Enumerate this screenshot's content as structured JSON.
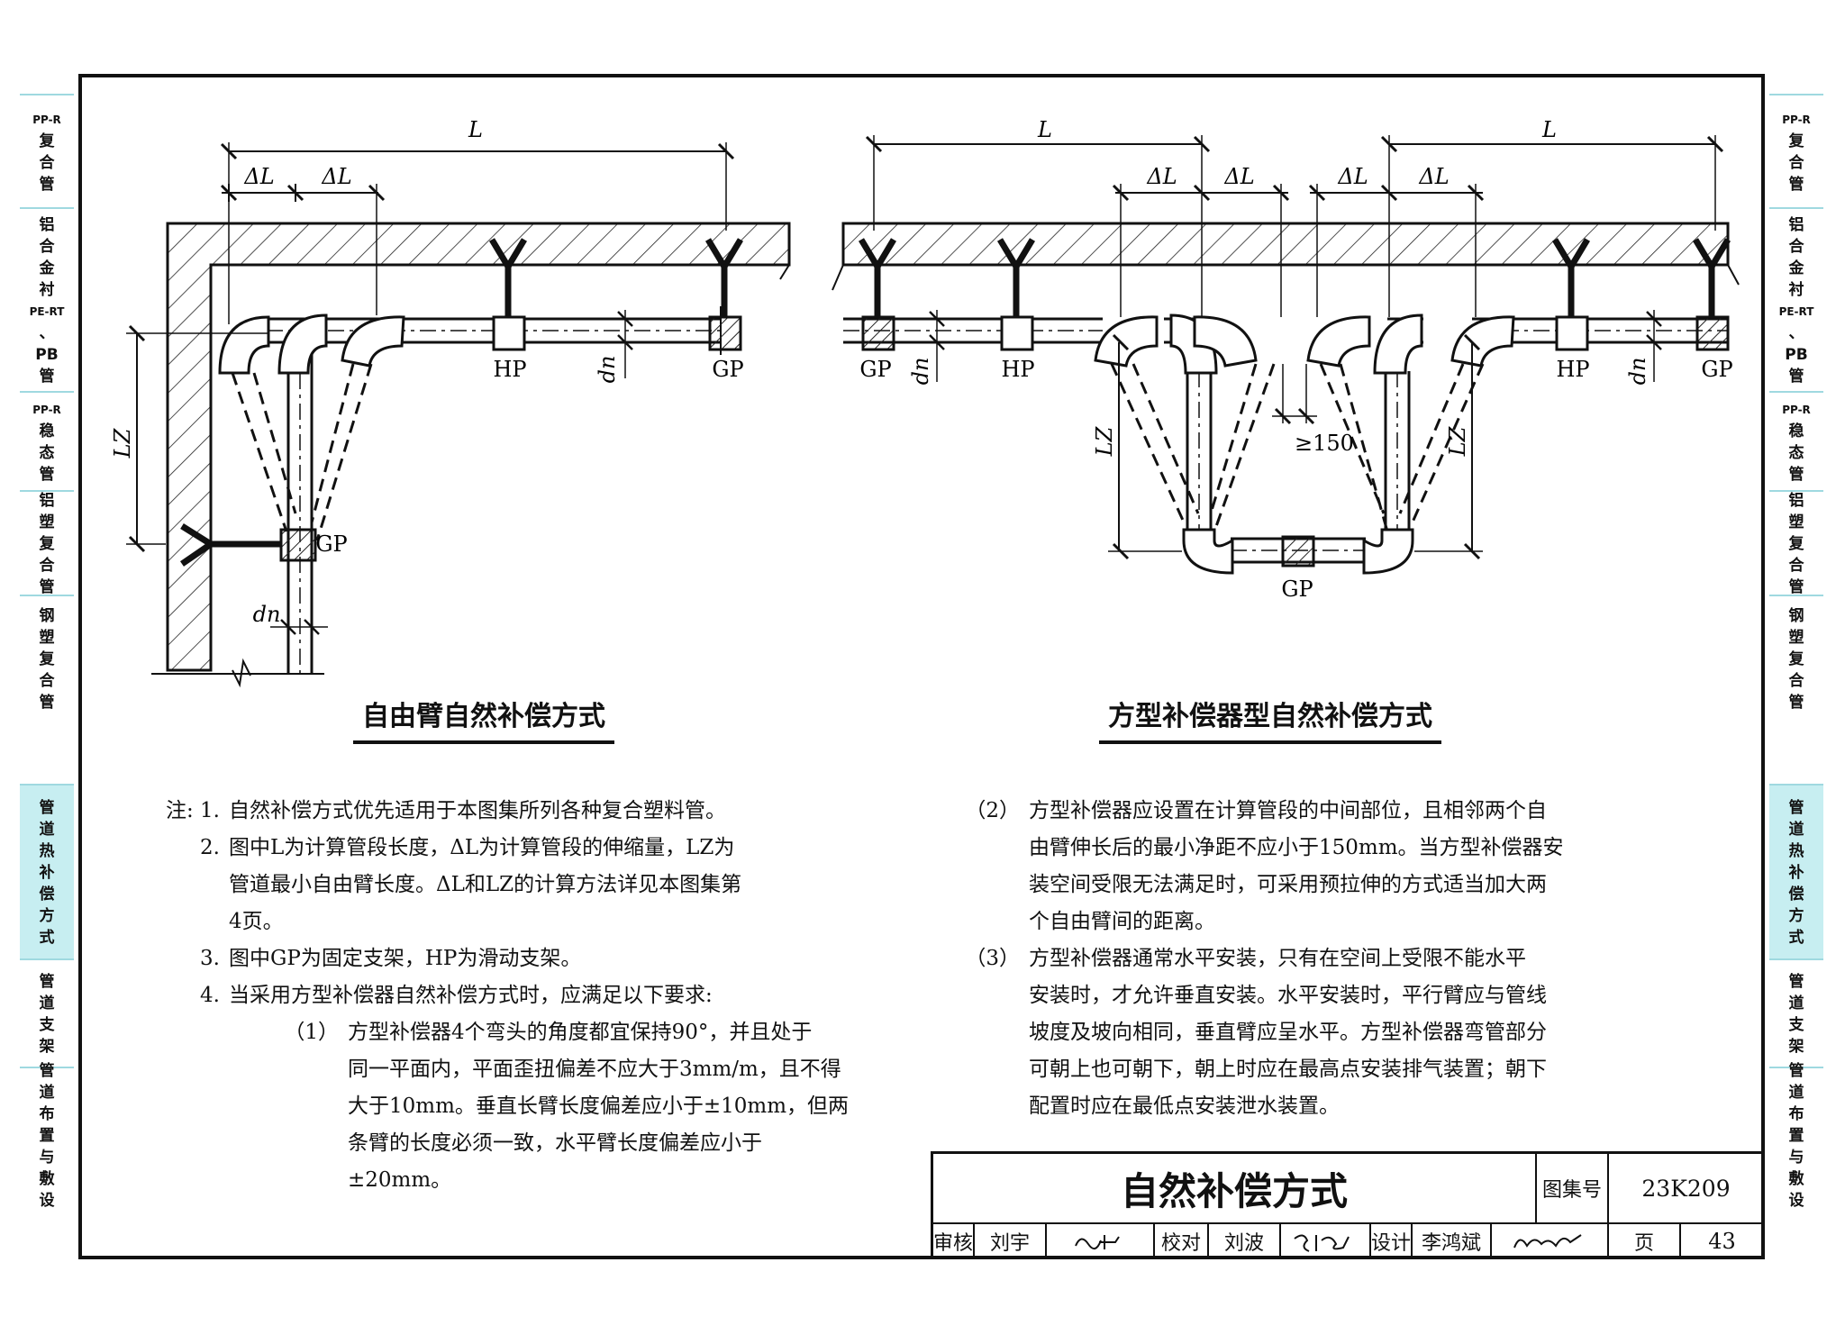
{
  "side_tabs": [
    {
      "label": "PP-R复合管",
      "chars": [
        "PP-R",
        "复",
        "合",
        "管"
      ],
      "active": false
    },
    {
      "label": "铝合金衬PE-RT、PB管",
      "chars": [
        "铝",
        "合",
        "金",
        "衬",
        "PE-RT",
        "、",
        "PB",
        "管"
      ],
      "active": false
    },
    {
      "label": "PP-R稳态管",
      "chars": [
        "PP-R",
        "稳",
        "态",
        "管"
      ],
      "active": false
    },
    {
      "label": "铝塑复合管",
      "chars": [
        "铝",
        "塑",
        "复",
        "合",
        "管"
      ],
      "active": false
    },
    {
      "label": "钢塑复合管",
      "chars": [
        "钢",
        "塑",
        "复",
        "合",
        "管"
      ],
      "active": false
    },
    {
      "label": "管道热补偿方式",
      "chars": [
        "管",
        "道",
        "热",
        "补",
        "偿",
        "方",
        "式"
      ],
      "active": true
    },
    {
      "label": "管道支架",
      "chars": [
        "管",
        "道",
        "支",
        "架"
      ],
      "active": false
    },
    {
      "label": "管道布置与敷设",
      "chars": [
        "管",
        "道",
        "布",
        "置",
        "与",
        "敷",
        "设"
      ],
      "active": false
    }
  ],
  "diagram_left": {
    "title": "自由臂自然补偿方式",
    "labels": {
      "L": "L",
      "dL1": "ΔL",
      "dL2": "ΔL",
      "Lz": "LZ",
      "HP": "HP",
      "GP_top": "GP",
      "GP_mid": "GP",
      "dn1": "dn",
      "dn2": "dn"
    }
  },
  "diagram_right": {
    "title": "方型补偿器型自然补偿方式",
    "labels": {
      "L_left": "L",
      "L_right": "L",
      "dL1": "ΔL",
      "dL2": "ΔL",
      "dL3": "ΔL",
      "dL4": "ΔL",
      "GP_left": "GP",
      "HP_left": "HP",
      "HP_right": "HP",
      "GP_right": "GP",
      "GP_bottom": "GP",
      "min_gap": "≥150",
      "Lz_left": "LZ",
      "Lz_right": "LZ",
      "dn_left": "dn",
      "dn_right": "dn"
    }
  },
  "notes_left": [
    {
      "num": "注: 1.",
      "text": "自然补偿方式优先适用于本图集所列各种复合塑料管。"
    },
    {
      "num": "2.",
      "text": "图中L为计算管段长度，ΔL为计算管段的伸缩量，LZ为"
    },
    {
      "num": "",
      "text": "管道最小自由臂长度。ΔL和LZ的计算方法详见本图集第"
    },
    {
      "num": "",
      "text": "4页。"
    },
    {
      "num": "3.",
      "text": "图中GP为固定支架，HP为滑动支架。"
    },
    {
      "num": "4.",
      "text": "当采用方型补偿器自然补偿方式时，应满足以下要求:"
    },
    {
      "num": "（1）",
      "text": "方型补偿器4个弯头的角度都宜保持90°，并且处于"
    },
    {
      "num": "",
      "text": "同一平面内，平面歪扭偏差不应大于3mm/m，且不得"
    },
    {
      "num": "",
      "text": "大于10mm。垂直长臂长度偏差应小于±10mm，但两"
    },
    {
      "num": "",
      "text": "条臂的长度必须一致，水平臂长度偏差应小于"
    },
    {
      "num": "",
      "text": "±20mm。"
    }
  ],
  "notes_right": [
    {
      "num": "（2）",
      "text": "方型补偿器应设置在计算管段的中间部位，且相邻两个自"
    },
    {
      "num": "",
      "text": "由臂伸长后的最小净距不应小于150mm。当方型补偿器安"
    },
    {
      "num": "",
      "text": "装空间受限无法满足时，可采用预拉伸的方式适当加大两"
    },
    {
      "num": "",
      "text": "个自由臂间的距离。"
    },
    {
      "num": "（3）",
      "text": "方型补偿器通常水平安装，只有在空间上受限不能水平"
    },
    {
      "num": "",
      "text": "安装时，才允许垂直安装。水平安装时，平行臂应与管线"
    },
    {
      "num": "",
      "text": "坡度及坡向相同，垂直臂应呈水平。方型补偿器弯管部分"
    },
    {
      "num": "",
      "text": "可朝上也可朝下，朝上时应在最高点安装排气装置；朝下"
    },
    {
      "num": "",
      "text": "配置时应在最低点安装泄水装置。"
    }
  ],
  "title_block": {
    "title": "自然补偿方式",
    "atlas_label": "图集号",
    "atlas_no": "23K209",
    "review_label": "审核",
    "reviewer": "刘宇",
    "check_label": "校对",
    "checker": "刘波",
    "design_label": "设计",
    "designer": "李鸿斌",
    "page_label": "页",
    "page_no": "43"
  }
}
